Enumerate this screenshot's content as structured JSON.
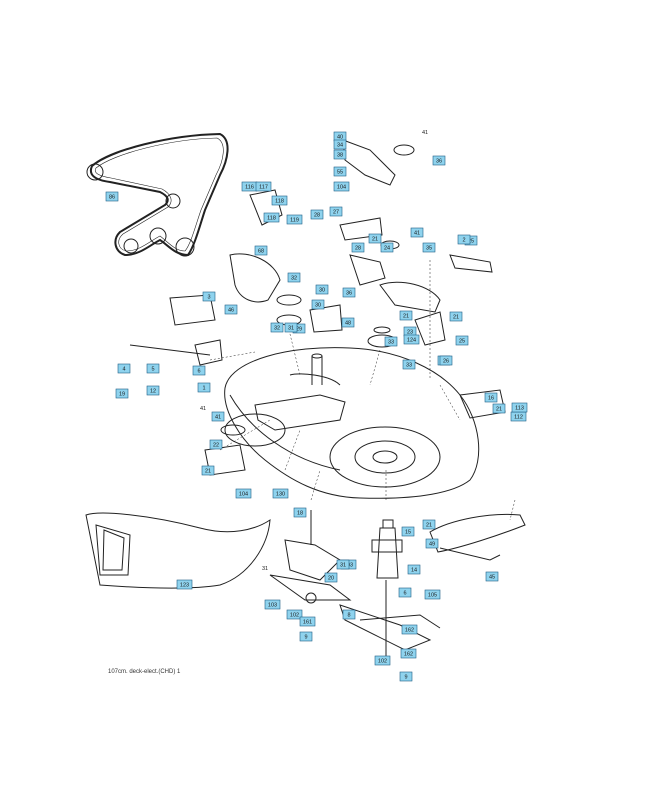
{
  "caption": "107cm. deck-elect.(CHD)  1",
  "highlighted_callout": "162",
  "colors": {
    "callout_fill": "#8fd3ee",
    "callout_stroke": "#1f5f86",
    "highlight_fill": "#fff200",
    "line": "#222222"
  },
  "callouts": [
    "40",
    "34",
    "38",
    "55",
    "104",
    "36",
    "86",
    "116",
    "117",
    "118",
    "119",
    "118",
    "28",
    "27",
    "41",
    "21",
    "28",
    "24",
    "35",
    "25",
    "68",
    "32",
    "30",
    "36",
    "29",
    "48",
    "46",
    "3",
    "32",
    "31",
    "30",
    "21",
    "23",
    "124",
    "21",
    "25",
    "33",
    "33",
    "18",
    "12",
    "5",
    "4",
    "6",
    "19",
    "1",
    "41",
    "22",
    "21",
    "104",
    "130",
    "123",
    "103",
    "18",
    "15",
    "21",
    "49",
    "45",
    "14",
    "6",
    "103",
    "102",
    "161",
    "9",
    "8",
    "105",
    "162",
    "162",
    "102",
    "9",
    "20",
    "31",
    "2",
    "26",
    "16",
    "21",
    "112",
    "113",
    "16"
  ]
}
